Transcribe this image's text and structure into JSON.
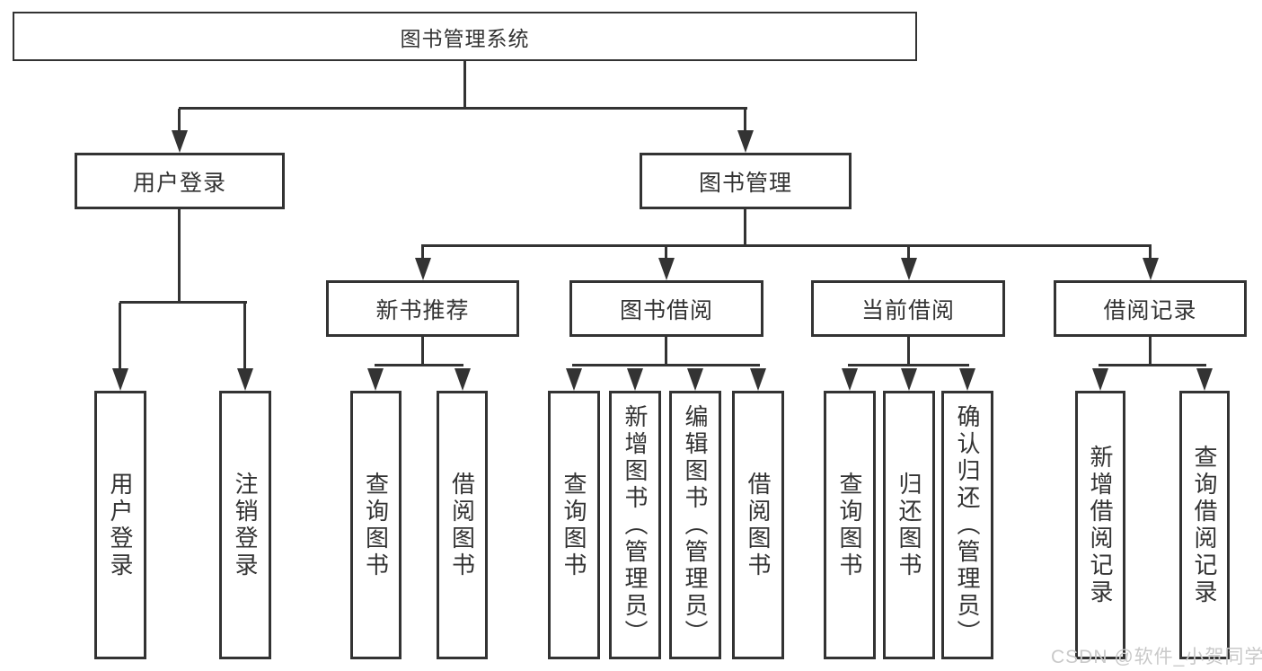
{
  "tree": {
    "root": {
      "label": "图书管理系统",
      "children": [
        {
          "label": "用户登录",
          "children": [
            {
              "label": "用户登录"
            },
            {
              "label": "注销登录"
            }
          ]
        },
        {
          "label": "图书管理",
          "children": [
            {
              "label": "新书推荐",
              "children": [
                {
                  "label": "查询图书"
                },
                {
                  "label": "借阅图书"
                }
              ]
            },
            {
              "label": "图书借阅",
              "children": [
                {
                  "label": "查询图书"
                },
                {
                  "label": "新增图书（管理员）"
                },
                {
                  "label": "编辑图书（管理员）"
                },
                {
                  "label": "借阅图书"
                }
              ]
            },
            {
              "label": "当前借阅",
              "children": [
                {
                  "label": "查询图书"
                },
                {
                  "label": "归还图书"
                },
                {
                  "label": "确认归还（管理员）"
                }
              ]
            },
            {
              "label": "借阅记录",
              "children": [
                {
                  "label": "新增借阅记录"
                },
                {
                  "label": "查询借阅记录"
                }
              ]
            }
          ]
        }
      ]
    }
  },
  "watermark": {
    "text": "CSDN @软件_小贺同学"
  },
  "colors": {
    "line": "#333333",
    "box_border": "#333333",
    "text": "#333333",
    "watermark": "#c9c9c9",
    "background": "#ffffff"
  }
}
